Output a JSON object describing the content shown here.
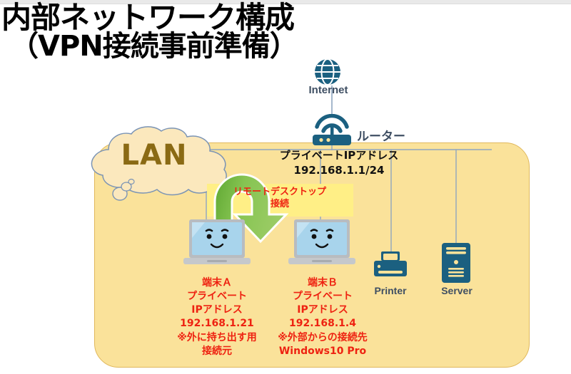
{
  "title": {
    "line1": "内部ネットワーク構成",
    "line2": "（VPN接続事前準備）"
  },
  "colors": {
    "lan_background": "#fae29a",
    "lan_border": "#e0b85c",
    "cloud_fill": "#fbe8bd",
    "cloud_stroke": "#7b94b5",
    "lan_text": "#8a6a14",
    "device_icon": "#1b6080",
    "device_label": "#3f4f63",
    "line": "#8fa6bf",
    "arrow_green_light": "#8cc152",
    "arrow_green_dark": "#5fa832",
    "highlight_band": "#ffef86",
    "red_text": "#ee2211",
    "laptop_screen": "#a8d4ec",
    "laptop_body": "#b3b3b3"
  },
  "cloud": {
    "label": "LAN"
  },
  "internet": {
    "icon": "globe-icon",
    "label": "Internet"
  },
  "router": {
    "icon": "router-icon",
    "label": "ルーター",
    "ip_title": "プライベートIPアドレス",
    "ip_value": "192.168.1.1/24"
  },
  "remote_desktop": {
    "icon": "u-turn-arrow-icon",
    "label_line1": "リモートデスクトップ",
    "label_line2": "接続"
  },
  "devices": {
    "terminal_a": {
      "icon": "laptop-icon",
      "name": "端末Ａ",
      "ip_title_line1": "プライベート",
      "ip_title_line2": "IPアドレス",
      "ip_value": "192.168.1.21",
      "note_line1": "※外に持ち出す用",
      "note_line2": "接続元"
    },
    "terminal_b": {
      "icon": "laptop-icon",
      "name": "端末Ｂ",
      "ip_title_line1": "プライベート",
      "ip_title_line2": "IPアドレス",
      "ip_value": "192.168.1.4",
      "note_line1": "※外部からの接続先",
      "note_line2": "Windows10 Pro"
    },
    "printer": {
      "icon": "printer-icon",
      "label": "Printer"
    },
    "server": {
      "icon": "server-icon",
      "label": "Server"
    }
  }
}
